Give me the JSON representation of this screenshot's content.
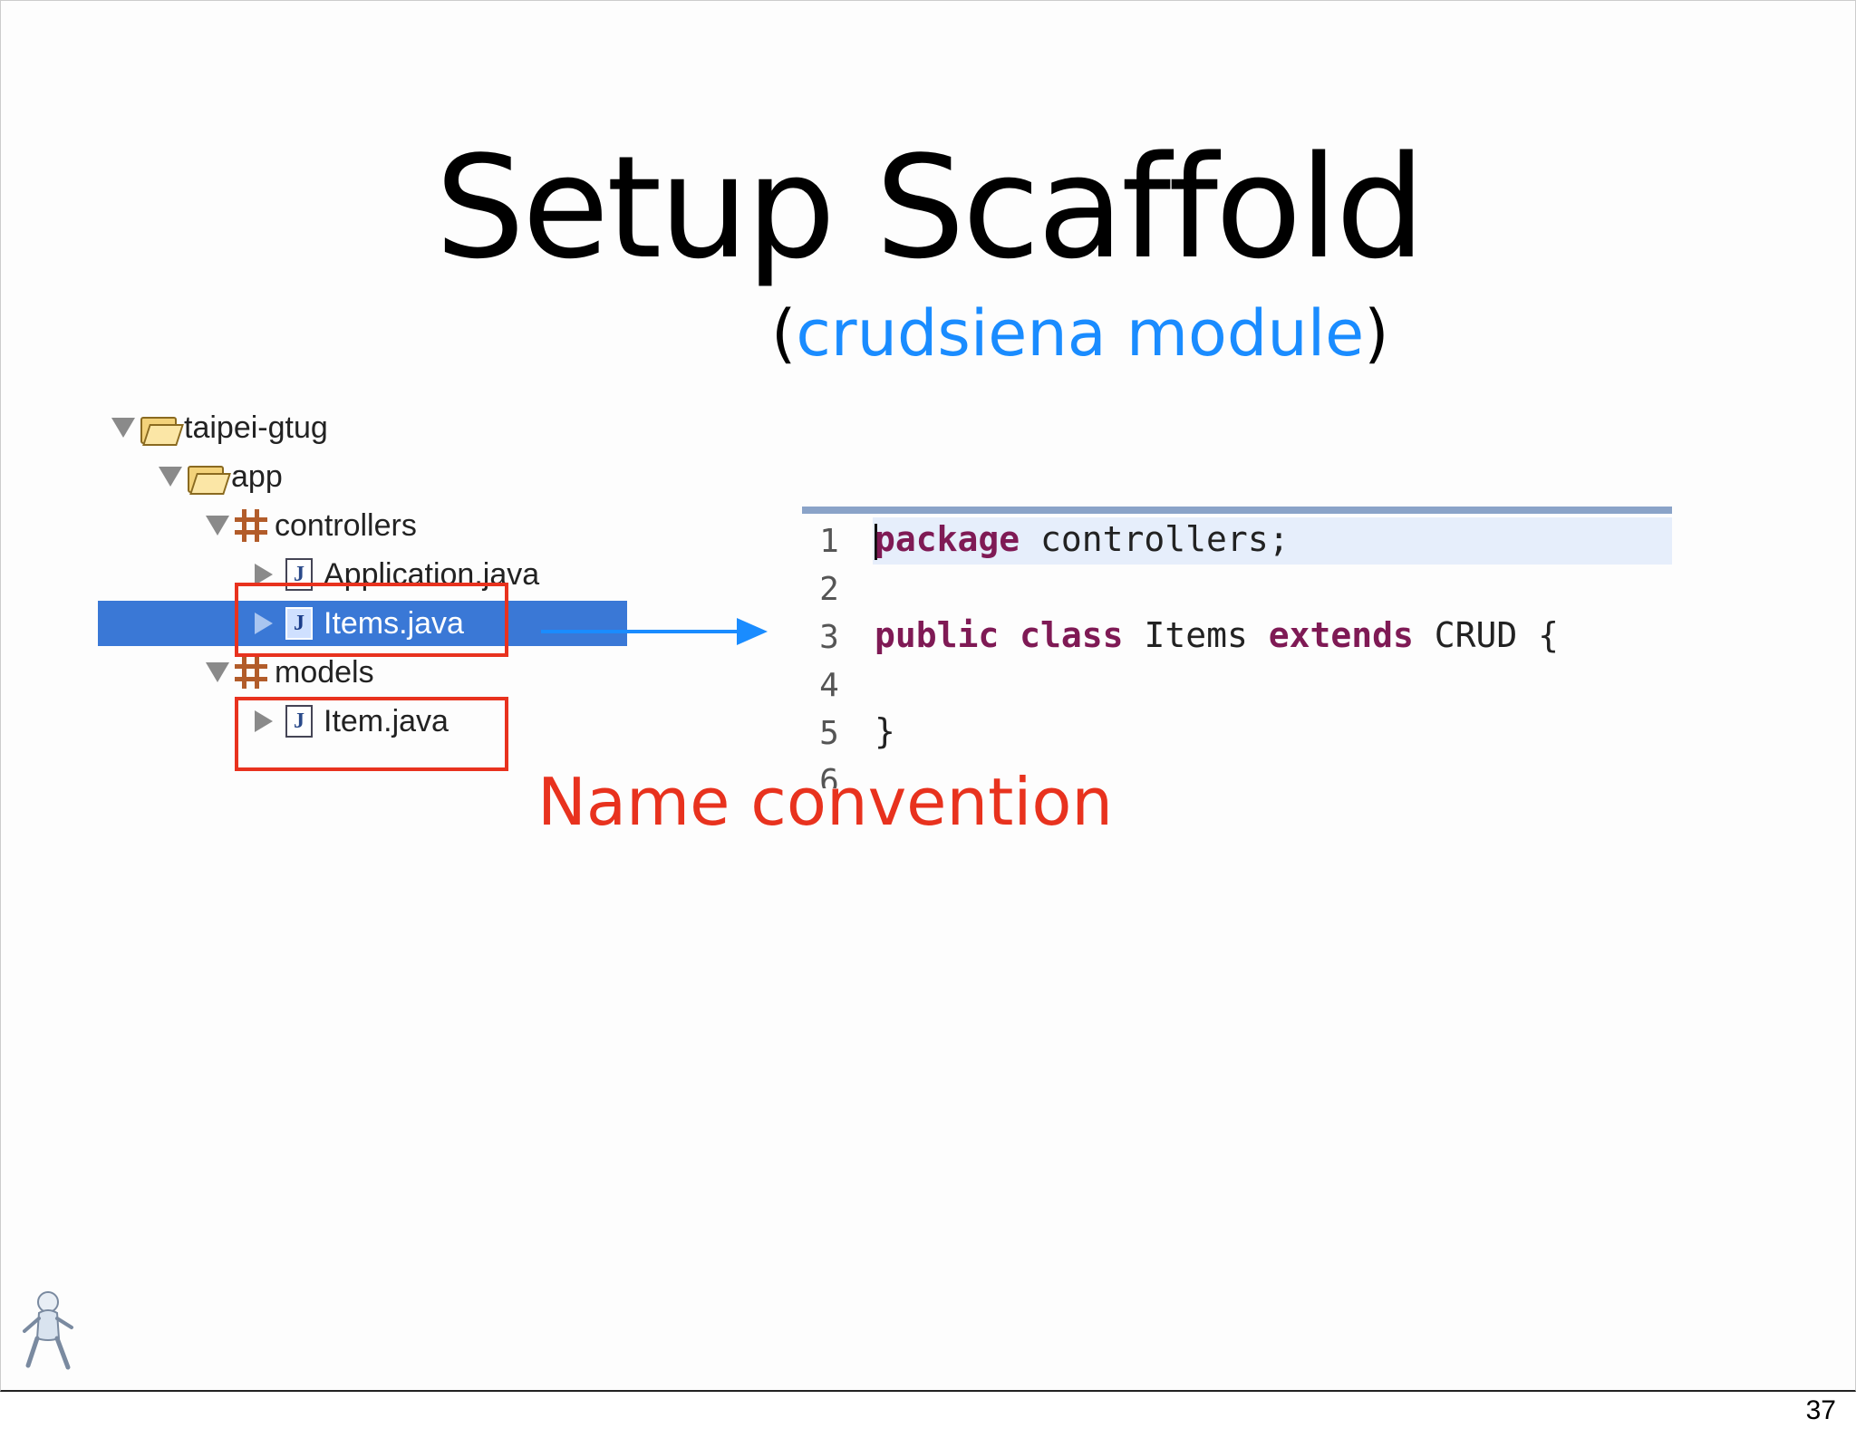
{
  "slide": {
    "title": "Setup Scaffold",
    "subtitle_open": "(",
    "subtitle_accent": "crudsiena module",
    "subtitle_close": ")",
    "note": "Name convention",
    "page_number": "37"
  },
  "tree": {
    "root": "taipei-gtug",
    "app": "app",
    "controllers": "controllers",
    "application_file": "Application.java",
    "items_file": "Items.java",
    "models": "models",
    "item_file": "Item.java"
  },
  "editor": {
    "line_numbers": [
      "1",
      "2",
      "3",
      "4",
      "5",
      "6"
    ],
    "line1_kw": "package",
    "line1_rest": " controllers;",
    "line3_kw1": "public",
    "line3_kw2": "class",
    "line3_name": "Items",
    "line3_kw3": "extends",
    "line3_rest": "CRUD {",
    "line5": "}"
  },
  "colors": {
    "accent_blue": "#1a8cff",
    "highlight_red": "#e8321e",
    "selection": "#3a78d6",
    "keyword": "#7f1a55"
  }
}
